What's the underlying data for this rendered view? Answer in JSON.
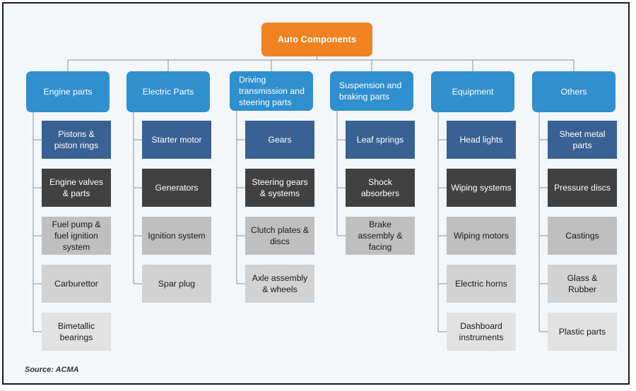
{
  "diagram": {
    "title": "Auto Components",
    "root": {
      "label": "Auto Components",
      "color": "#ef8322"
    },
    "source": "Source: ACMA",
    "palette": {
      "root": "#ef8322",
      "header": "#3090ce",
      "tone0": "#3a6193",
      "tone1": "#414141",
      "tone2": "#bfbfbf",
      "tone3": "#d2d2d2",
      "tone4": "#e2e2e2",
      "background": "#f4f7f9",
      "border": "#1c1c1c",
      "connector": "#9aa3aa"
    },
    "columns": [
      {
        "header": "Engine parts",
        "header_align": "center",
        "items": [
          "Pistons & piston rings",
          "Engine valves & parts",
          "Fuel pump & fuel ignition system",
          "Carburettor",
          "Bimetallic bearings"
        ]
      },
      {
        "header": "Electric Parts",
        "header_align": "center",
        "items": [
          "Starter motor",
          "Generators",
          "Ignition system",
          "Spar plug"
        ]
      },
      {
        "header": "Driving transmission and steering parts",
        "header_align": "left",
        "items": [
          "Gears",
          "Steering gears & systems",
          "Clutch plates & discs",
          "Axle assembly & wheels"
        ]
      },
      {
        "header": "Suspension and braking parts",
        "header_align": "left",
        "items": [
          "Leaf springs",
          "Shock absorbers",
          "Brake assembly & facing"
        ]
      },
      {
        "header": "Equipment",
        "header_align": "center",
        "items": [
          "Head lights",
          "Wiping systems",
          "Wiping motors",
          "Electric horns",
          "Dashboard instruments"
        ]
      },
      {
        "header": "Others",
        "header_align": "center",
        "items": [
          "Sheet metal parts",
          "Pressure discs",
          "Castings",
          "Glass & Rubber",
          "Plastic parts"
        ]
      }
    ]
  }
}
